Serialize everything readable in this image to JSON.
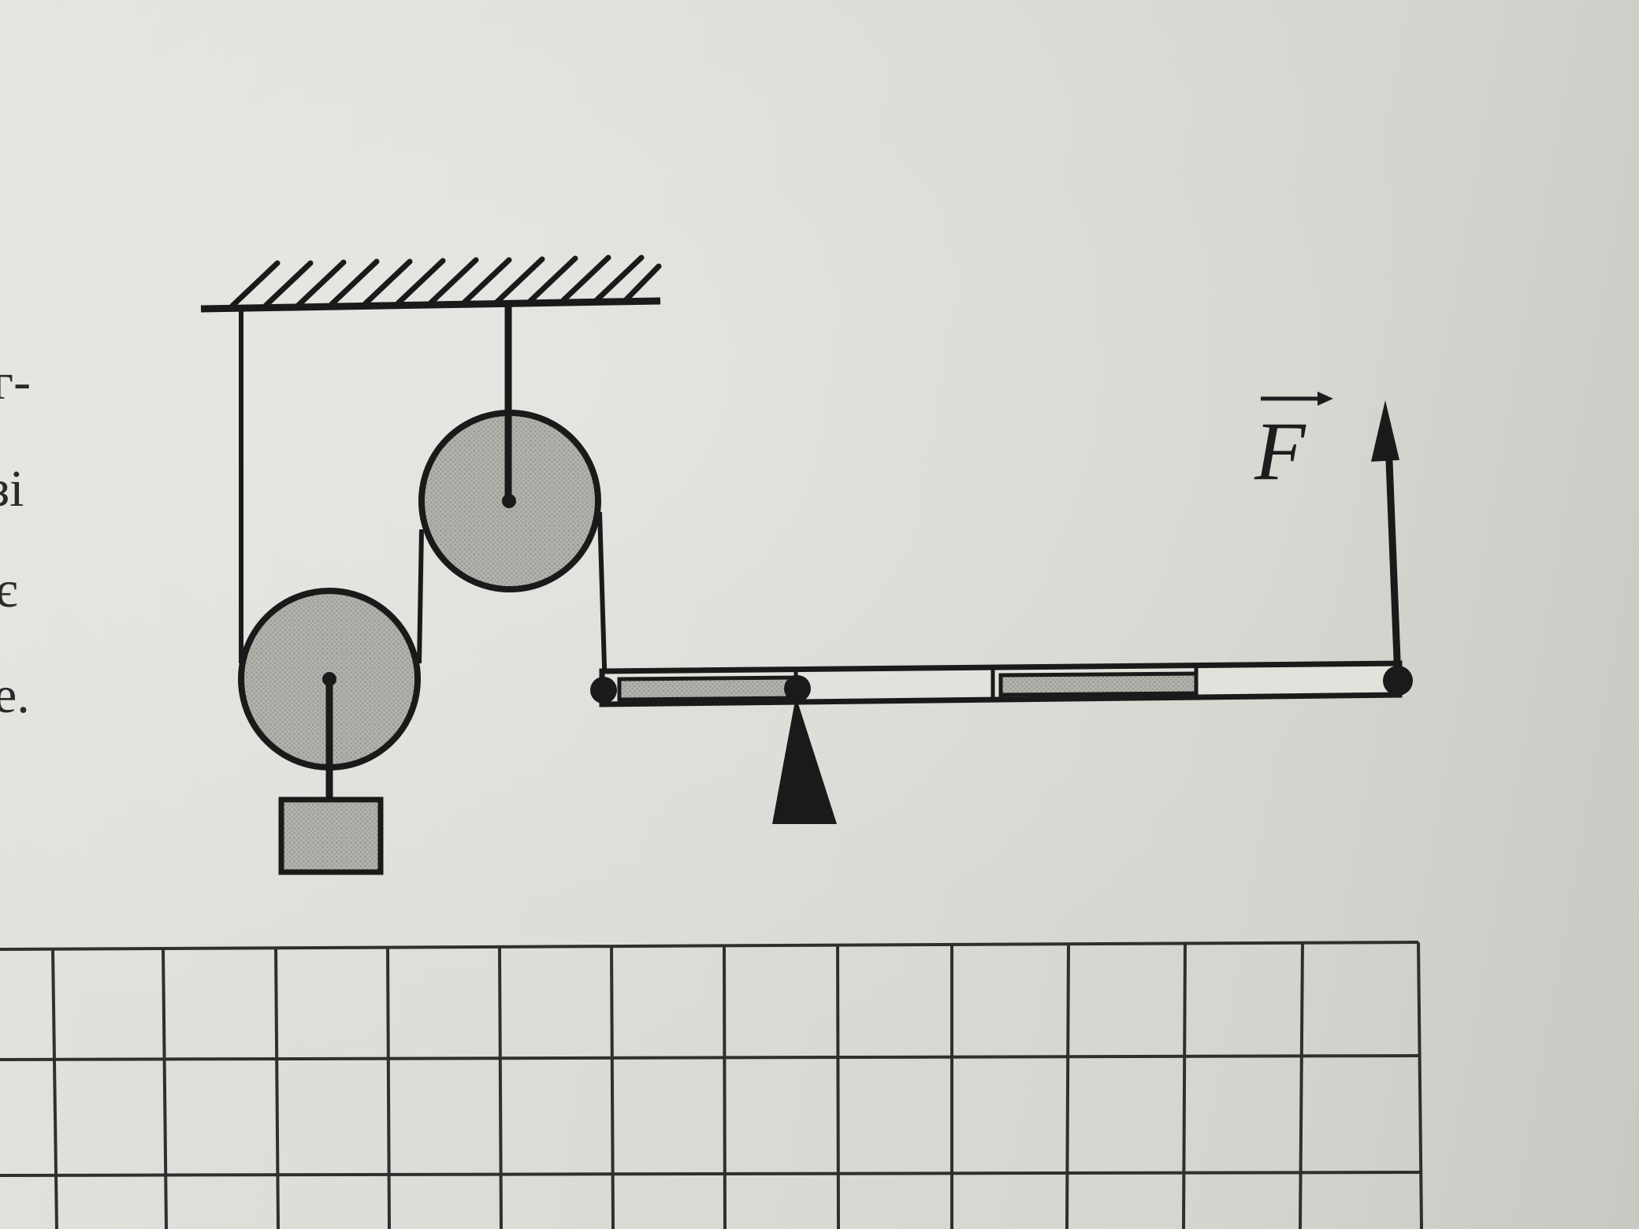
{
  "margin_fragments": [
    "г-",
    "зі",
    "є",
    "е."
  ],
  "force": {
    "symbol": "F"
  },
  "colors": {
    "ink": "#1a1a1a",
    "fill_gray": "#a9a8a3",
    "paper": "#dddcd7",
    "grid": "#3a3a3a"
  }
}
